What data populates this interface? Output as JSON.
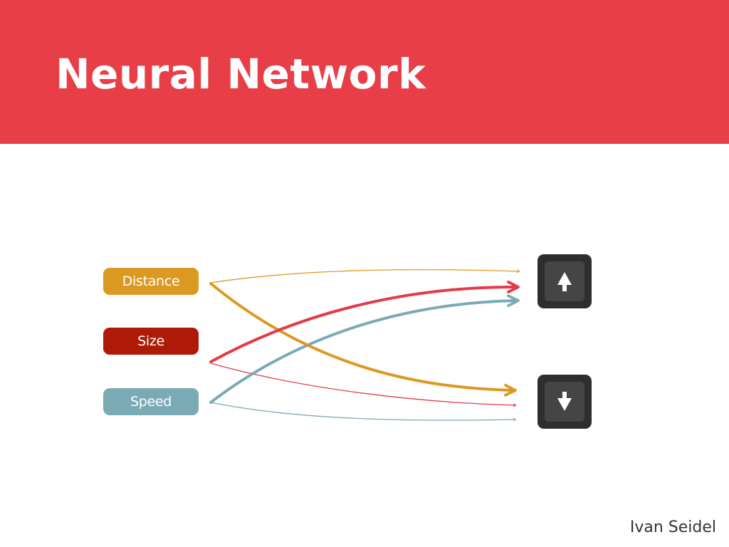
{
  "slide": {
    "title": "Neural Network",
    "author": "Ivan Seidel"
  },
  "colors": {
    "header": "#e83e47",
    "distance": "#dc9921",
    "size": "#ae1a07",
    "speed": "#7aaab6",
    "red_link": "#e23c48",
    "key_dark": "#2e2e2e",
    "key_cap": "#454545"
  },
  "inputs": [
    {
      "label": "Distance",
      "color": "#dc9921"
    },
    {
      "label": "Size",
      "color": "#ae1a07"
    },
    {
      "label": "Speed",
      "color": "#7aaab6"
    }
  ],
  "outputs": [
    {
      "name": "up",
      "icon": "arrow-up-key-icon"
    },
    {
      "name": "down",
      "icon": "arrow-down-key-icon"
    }
  ],
  "connections": [
    {
      "from": "Distance",
      "to": "up",
      "weight": "thin",
      "color": "#dc9921"
    },
    {
      "from": "Distance",
      "to": "down",
      "weight": "thick",
      "color": "#dc9921"
    },
    {
      "from": "Size",
      "to": "up",
      "weight": "thick",
      "color": "#e23c48"
    },
    {
      "from": "Size",
      "to": "down",
      "weight": "thin",
      "color": "#e23c48"
    },
    {
      "from": "Speed",
      "to": "up",
      "weight": "thick",
      "color": "#7aaab6"
    },
    {
      "from": "Speed",
      "to": "down",
      "weight": "thin",
      "color": "#7aaab6"
    }
  ]
}
